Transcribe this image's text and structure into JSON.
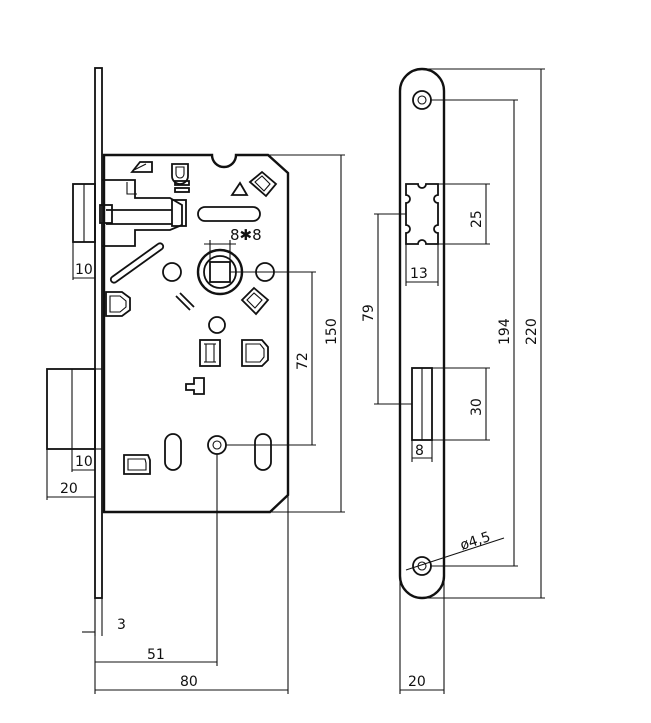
{
  "dimensions": {
    "backset_10_top": "10",
    "backset_10_bottom": "10",
    "latch_20": "20",
    "faceplate_3": "3",
    "distance_51": "51",
    "case_depth_80": "80",
    "square_8x8": "8✱8",
    "center_72": "72",
    "case_height_150": "150",
    "strike_25": "25",
    "strike_13": "13",
    "spacing_79": "79",
    "screw_194": "194",
    "plate_220": "220",
    "bolt_30": "30",
    "bolt_8": "8",
    "hole_dia": "ø4,5",
    "plate_width_20": "20"
  },
  "colors": {
    "line": "#111111",
    "background": "#ffffff"
  },
  "icons": [
    "latch-icon",
    "deadbolt-icon",
    "spindle-square-icon",
    "screw-hole-icon"
  ]
}
